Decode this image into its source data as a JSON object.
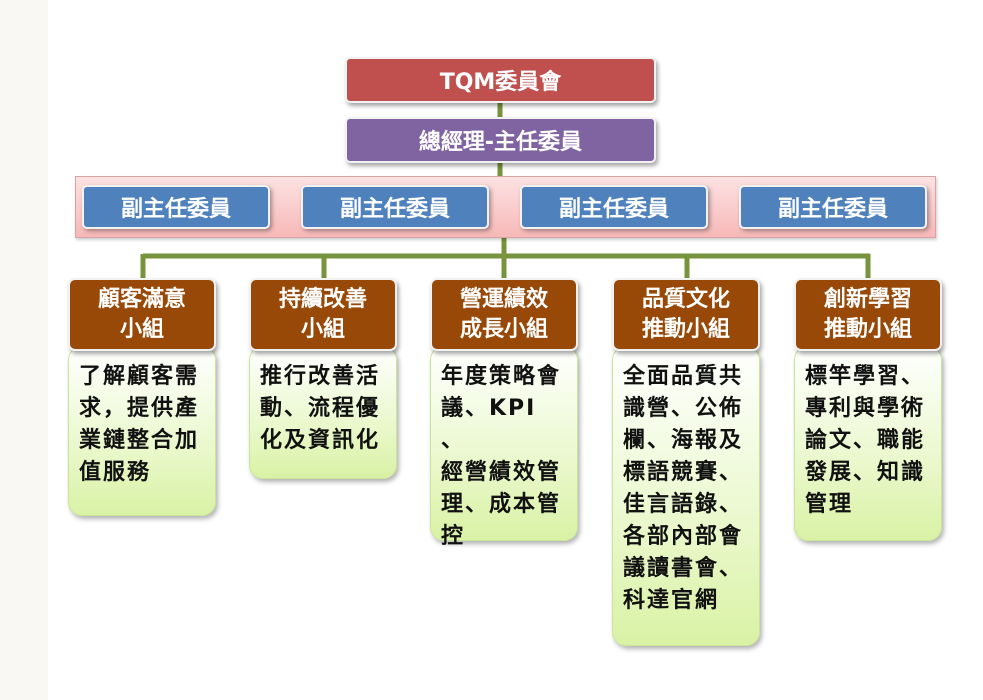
{
  "colors": {
    "connector": "#77933c",
    "top_box": "#c0504d",
    "gm_box": "#8064a2",
    "deputy_box": "#4f81bd",
    "group_head": "#984807",
    "group_body": "#d9f2a5"
  },
  "org": {
    "committee": "TQM委員會",
    "chair": "總經理-主任委員",
    "deputies": [
      "副主任委員",
      "副主任委員",
      "副主任委員",
      "副主任委員"
    ],
    "groups": [
      {
        "title_line1": "顧客滿意",
        "title_line2": "小組",
        "duties": [
          "了解顧客需",
          "求，提供產",
          "業鏈整合加",
          "值服務"
        ]
      },
      {
        "title_line1": "持續改善",
        "title_line2": "小組",
        "duties": [
          "推行改善活",
          "動、流程優",
          "化及資訊化"
        ]
      },
      {
        "title_line1": "營運績效",
        "title_line2": "成長小組",
        "duties": [
          "年度策略會",
          "議、KPI 、",
          "經營績效管",
          "理、成本管",
          "控"
        ]
      },
      {
        "title_line1": "品質文化",
        "title_line2": "推動小組",
        "duties": [
          "全面品質共",
          "識營、公佈",
          "欄、海報及",
          "標語競賽、",
          "佳言語錄、",
          "各部內部會",
          "議讀書會、",
          "科達官網"
        ]
      },
      {
        "title_line1": "創新學習",
        "title_line2": "推動小組",
        "duties": [
          "標竿學習、",
          "專利與學術",
          "論文、職能",
          "發展、知識",
          "管理"
        ]
      }
    ]
  }
}
